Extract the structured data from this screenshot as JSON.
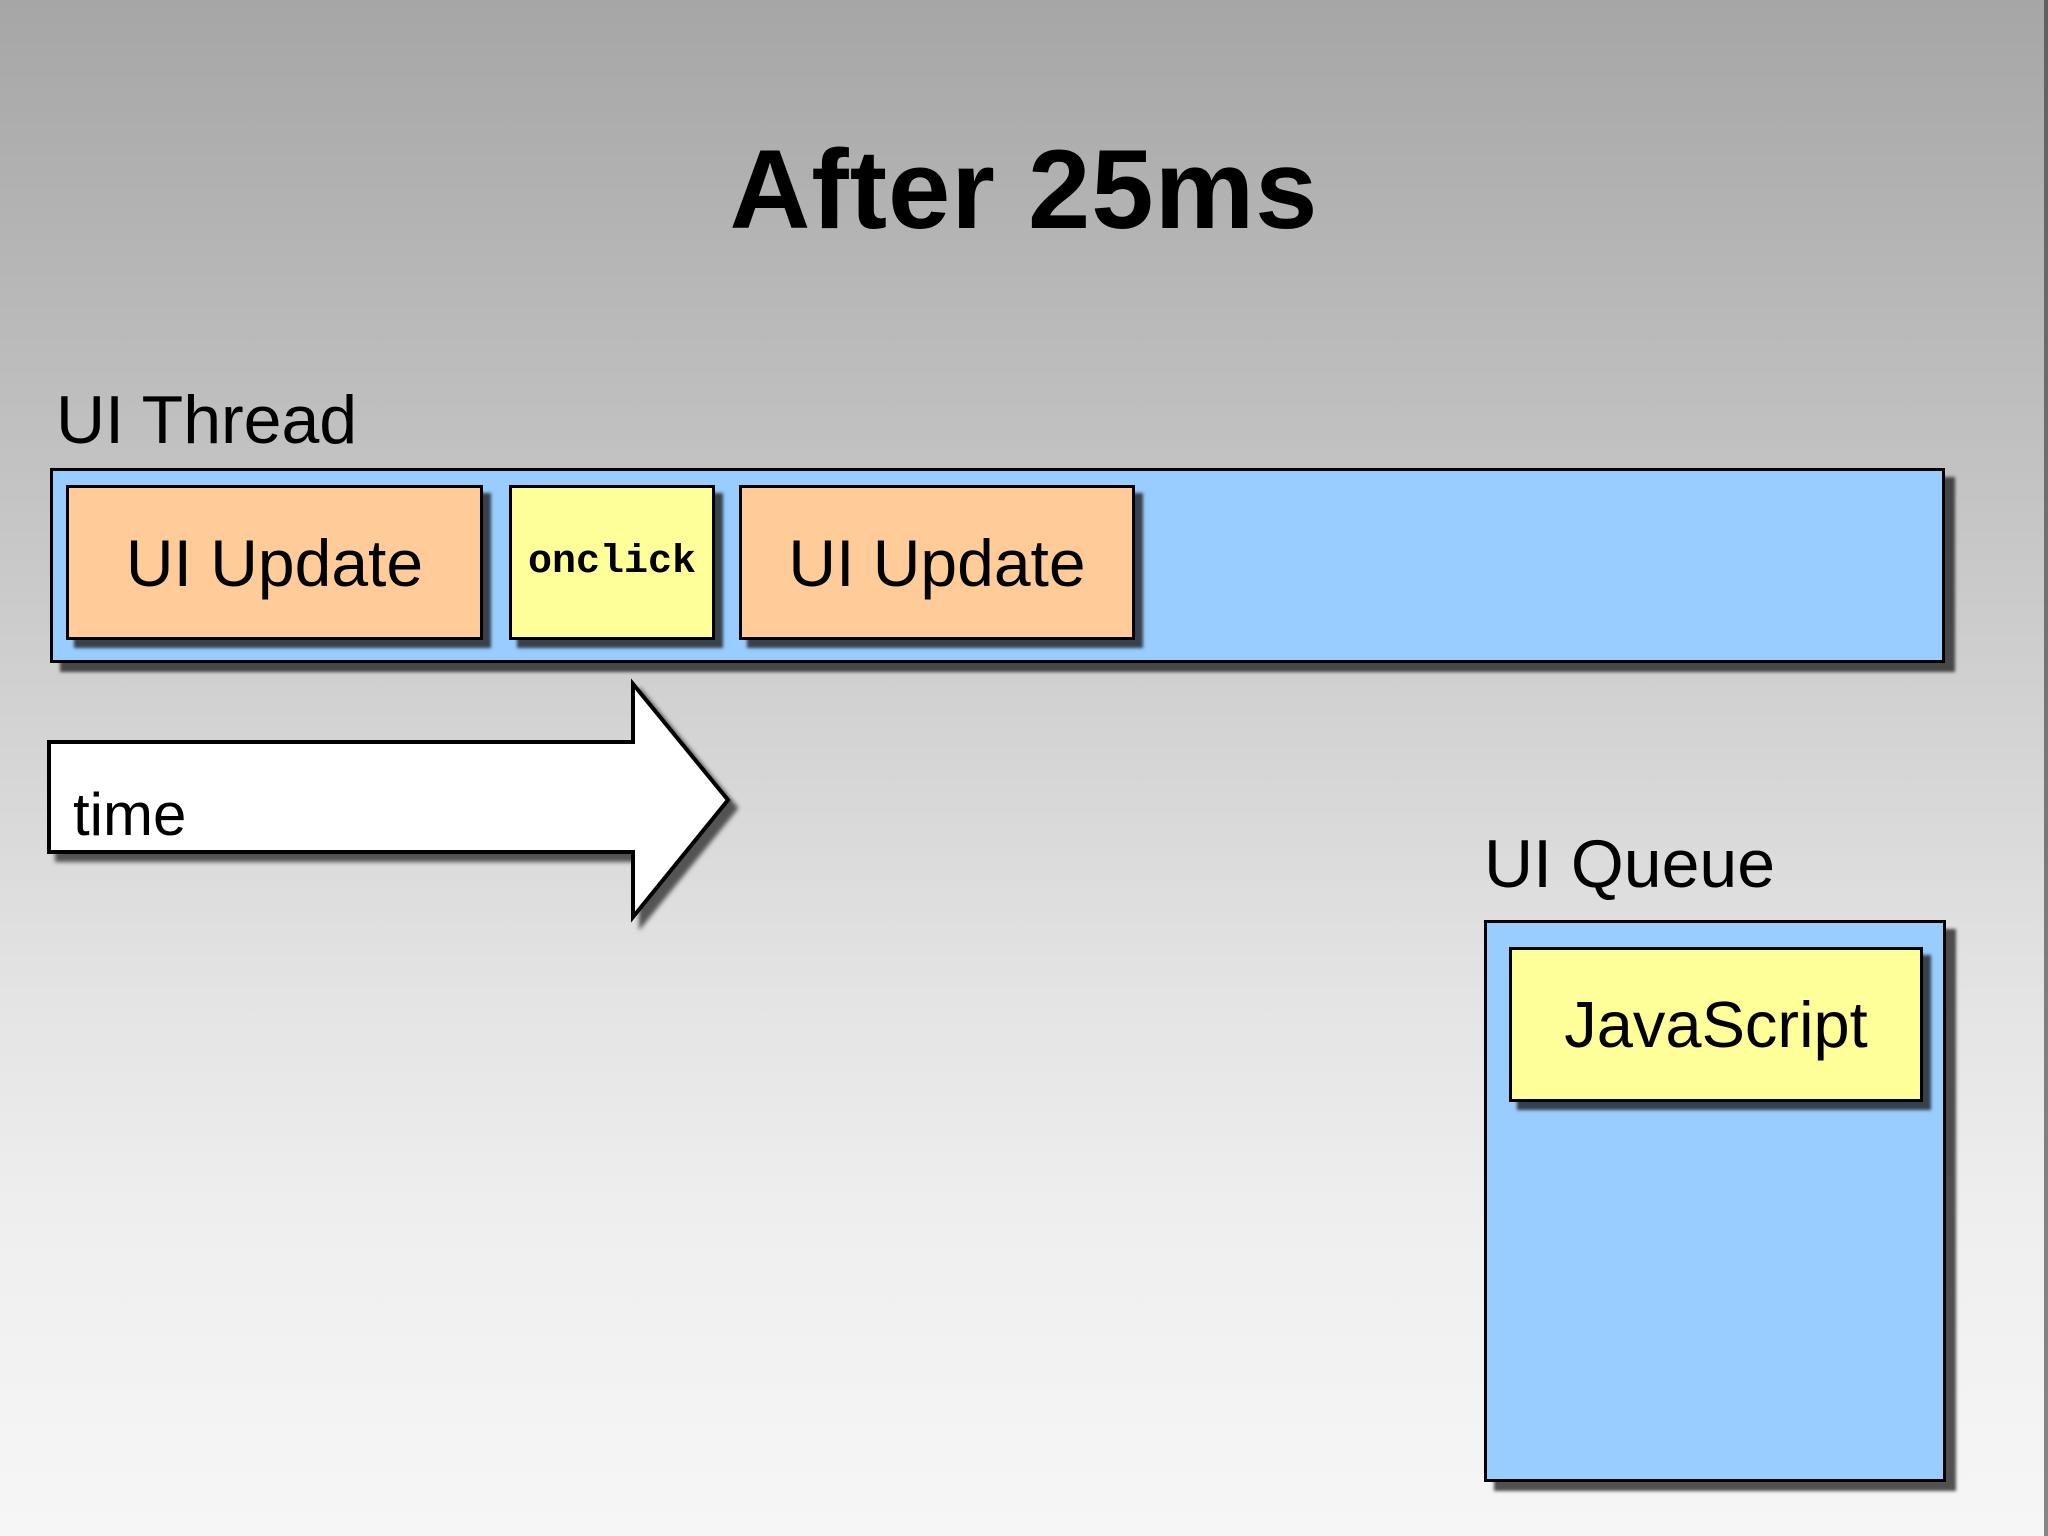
{
  "slide": {
    "title": "After 25ms"
  },
  "ui_thread": {
    "label": "UI Thread",
    "bar_color": "#99ccff",
    "blocks": [
      {
        "label": "UI Update",
        "color": "#ffcc99"
      },
      {
        "label": "onclick",
        "color": "#ffff99"
      },
      {
        "label": "UI Update",
        "color": "#ffcc99"
      }
    ]
  },
  "time_arrow": {
    "label": "time",
    "fill_color": "#ffffff"
  },
  "ui_queue": {
    "label": "UI Queue",
    "box_color": "#99ccff",
    "items": [
      {
        "label": "JavaScript",
        "color": "#ffff99"
      }
    ]
  },
  "colors": {
    "border": "#000000",
    "text": "#000000",
    "background_top": "#a6a6a6",
    "background_bottom": "#f6f6f6"
  }
}
